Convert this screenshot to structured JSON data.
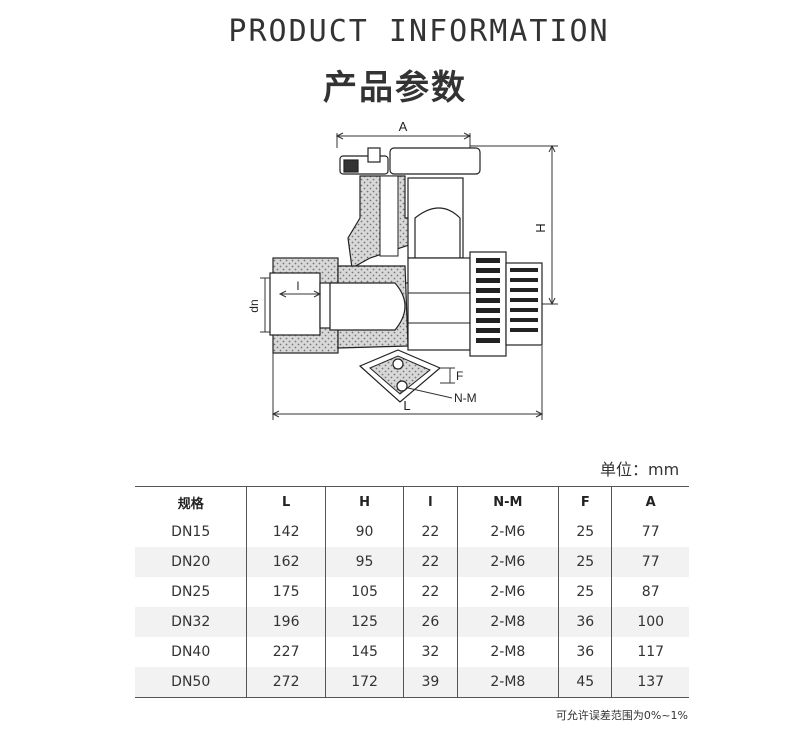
{
  "header": {
    "title_en": "PRODUCT INFORMATION",
    "title_cn": "产品参数"
  },
  "drawing": {
    "labels": {
      "A": "A",
      "H": "H",
      "l": "l",
      "dn": "dn",
      "F": "F",
      "NM": "N-M",
      "L": "L"
    }
  },
  "unit_label": "单位：mm",
  "table": {
    "headers": [
      "规格",
      "L",
      "H",
      "l",
      "N-M",
      "F",
      "A"
    ],
    "rows": [
      [
        "DN15",
        "142",
        "90",
        "22",
        "2-M6",
        "25",
        "77"
      ],
      [
        "DN20",
        "162",
        "95",
        "22",
        "2-M6",
        "25",
        "77"
      ],
      [
        "DN25",
        "175",
        "105",
        "22",
        "2-M6",
        "25",
        "87"
      ],
      [
        "DN32",
        "196",
        "125",
        "26",
        "2-M8",
        "36",
        "100"
      ],
      [
        "DN40",
        "227",
        "145",
        "32",
        "2-M8",
        "36",
        "117"
      ],
      [
        "DN50",
        "272",
        "172",
        "39",
        "2-M8",
        "45",
        "137"
      ]
    ]
  },
  "note": "可允许误差范围为0%~1%"
}
